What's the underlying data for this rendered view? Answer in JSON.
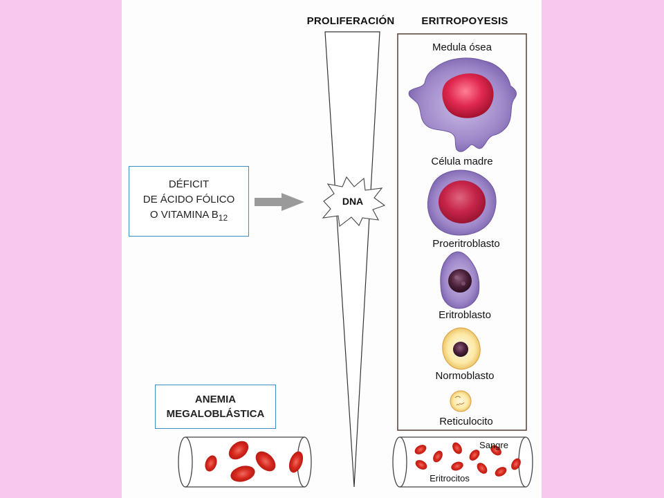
{
  "headers": {
    "proliferation": "PROLIFERACIÓN",
    "erythropoiesis": "ERITROPOYESIS"
  },
  "deficit_box": {
    "line1": "DÉFICIT",
    "line2": "DE ÁCIDO FÓLICO",
    "line3_prefix": "O VITAMINA B",
    "line3_subscript": "12"
  },
  "dna_label": "DNA",
  "stages": [
    "Medula ósea",
    "Célula madre",
    "Proeritroblasto",
    "Eritroblasto",
    "Normoblasto",
    "Reticulocito"
  ],
  "anemia_box": {
    "line1": "ANEMIA",
    "line2": "MEGALOBLÁSTICA"
  },
  "blood_tube": {
    "label_top": "Sangre",
    "label_bottom": "Eritrocitos"
  },
  "colors": {
    "background": "#f8c8ee",
    "box_border": "#3a8ec6",
    "cytoplasm": "#9b84c6",
    "nucleus": "#d8264a",
    "red_cell": "#d6281e"
  }
}
